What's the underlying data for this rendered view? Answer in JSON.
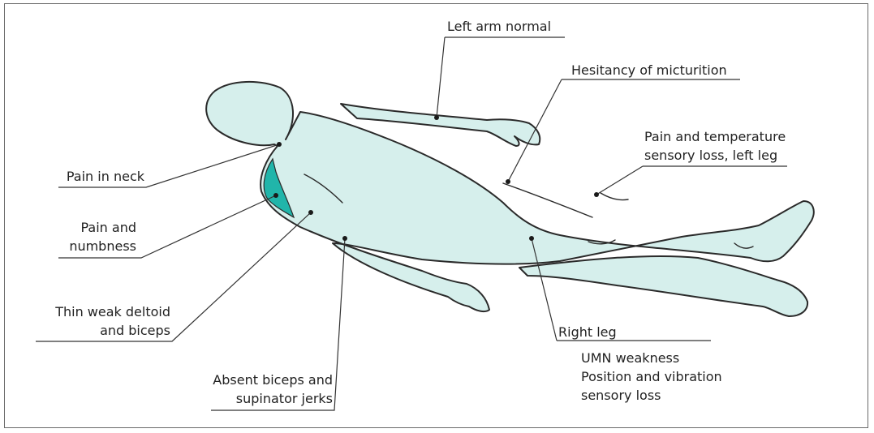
{
  "labels": {
    "left_arm": "Left arm normal",
    "micturition": "Hesitancy of micturition",
    "pain_temp_1": "Pain and temperature",
    "pain_temp_2": "sensory loss, left leg",
    "neck": "Pain in neck",
    "pain_numb_1": "Pain and",
    "pain_numb_2": "numbness",
    "deltoid_1": "Thin weak deltoid",
    "deltoid_2": "and biceps",
    "jerks_1": "Absent biceps and",
    "jerks_2": "supinator jerks",
    "right_leg": "Right leg",
    "rl_1": "UMN weakness",
    "rl_2": "Position and vibration",
    "rl_3": "sensory loss"
  },
  "colors": {
    "body_fill": "#d6efec",
    "outline": "#2a2a2a",
    "highlight": "#21b5aa",
    "leader": "#333333"
  }
}
